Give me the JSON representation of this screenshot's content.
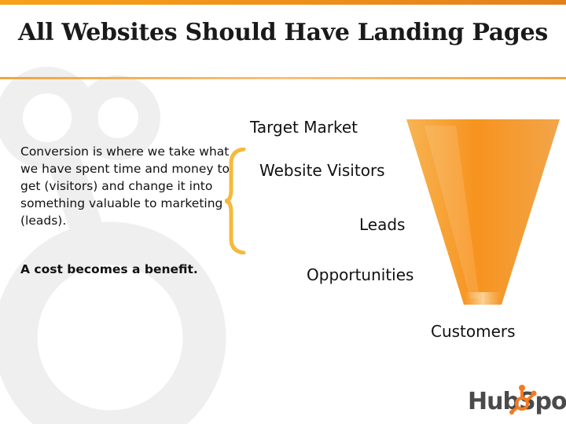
{
  "slide": {
    "title": "All Websites Should Have Landing Pages",
    "body_text": "Conversion is where we take what we have spent time and money to get (visitors) and change it into something valuable to marketing (leads).",
    "emphasis": "A cost becomes a benefit."
  },
  "funnel": {
    "stages": [
      "Target Market",
      "Website Visitors",
      "Leads",
      "Opportunities",
      "Customers"
    ],
    "colors": {
      "outer": "#f5a63b",
      "inner": "#f7931e",
      "highlight": "#fbcc83",
      "bracket": "#f6b93d"
    }
  },
  "branding": {
    "logo_text": "HubSpot",
    "accent_color": "#f37b21",
    "logo_text_color": "#4a4a4a"
  }
}
